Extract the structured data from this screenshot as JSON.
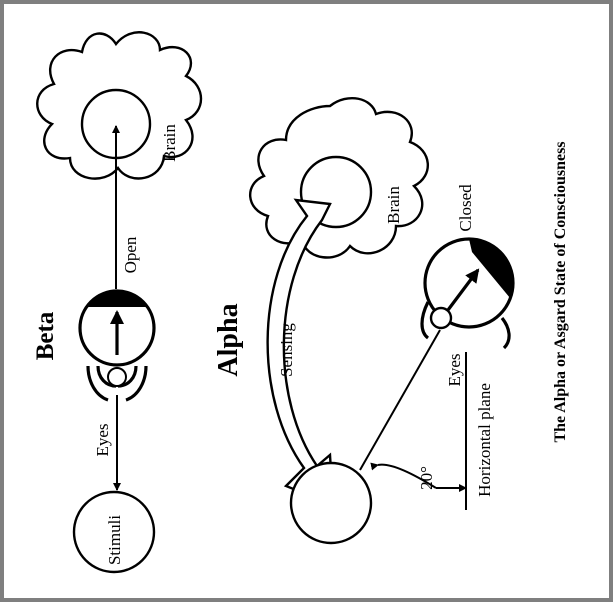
{
  "caption": "The Alpha or Asgard State of Consciousness",
  "beta": {
    "title": "Beta",
    "stimuli_label": "Stimuli",
    "eyes_label": "Eyes",
    "open_label": "Open",
    "brain_label": "Brain"
  },
  "alpha": {
    "title": "Alpha",
    "sensing_label": "Sensing",
    "brain_label": "Brain",
    "closed_label": "Closed",
    "eyes_label": "Eyes",
    "horizontal_label": "Horizontal plane",
    "angle_label": "20°"
  },
  "colors": {
    "ink": "#000000",
    "paper": "#ffffff",
    "border": "#7f7f7f"
  }
}
